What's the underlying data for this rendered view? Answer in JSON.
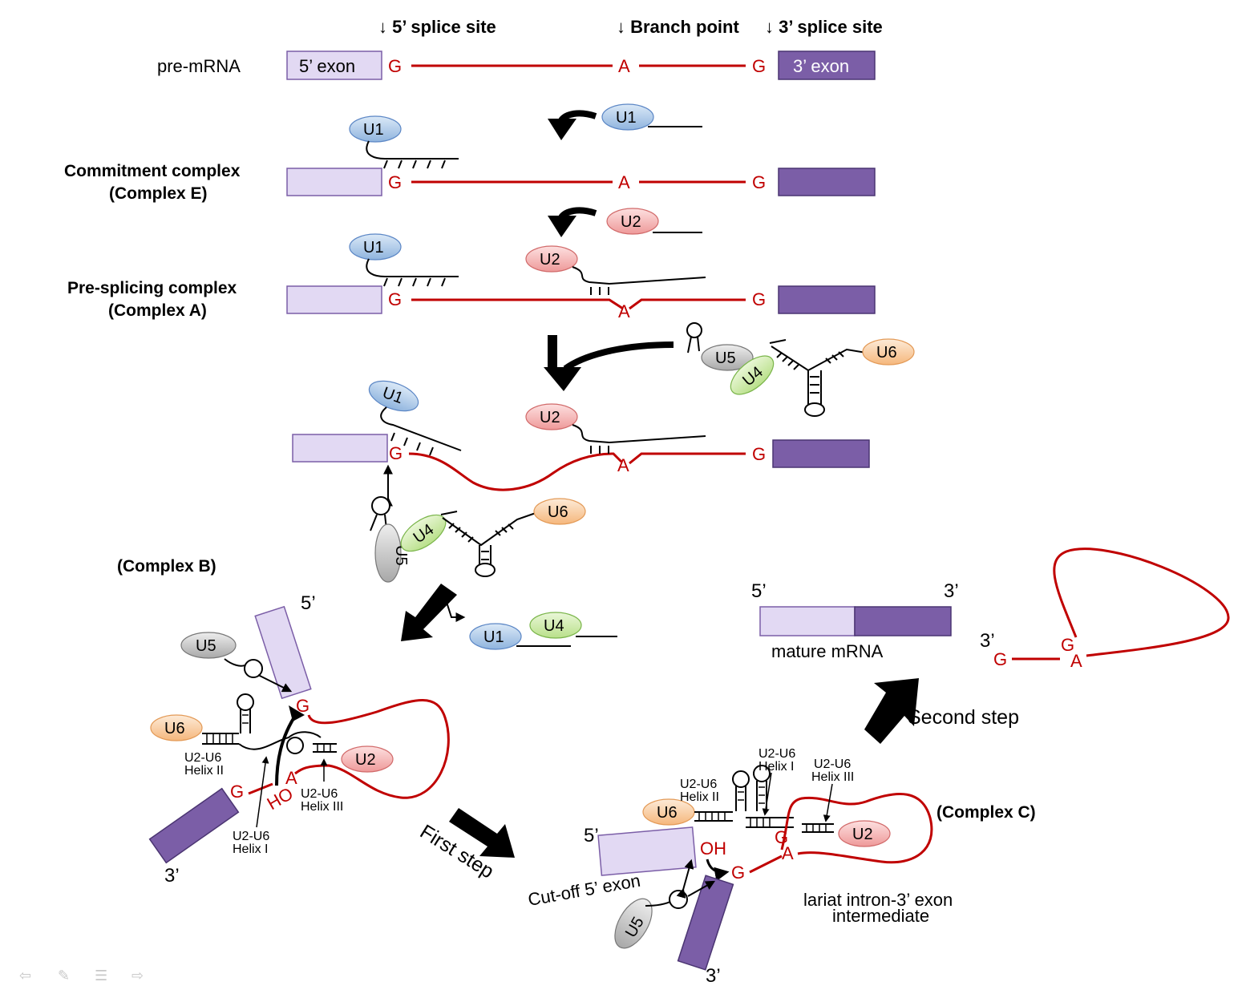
{
  "headers": {
    "five_splice": "↓ 5’ splice site",
    "branch": "↓ Branch point",
    "three_splice": "↓ 3’ splice site"
  },
  "labels": {
    "pre_mrna": "pre-mRNA",
    "exon5": "5’ exon",
    "exon3": "3’ exon",
    "commit1": "Commitment complex",
    "commit2": "(Complex E)",
    "presplice1": "Pre-splicing complex",
    "presplice2": "(Complex A)",
    "complexB": "(Complex B)",
    "complexC": "(Complex C)",
    "mature": "mature mRNA",
    "cutoff": "Cut-off 5’ exon",
    "lariat1": "lariat intron-3’ exon",
    "lariat2": "intermediate",
    "first_step": "First step",
    "second_step": "Second step"
  },
  "nucleotides": {
    "g": "G",
    "a": "A",
    "oh": "OH",
    "ho": "HO"
  },
  "ends": {
    "five": "5’",
    "three": "3’"
  },
  "snrnps": {
    "u1": "U1",
    "u2": "U2",
    "u4": "U4",
    "u5": "U5",
    "u6": "U6"
  },
  "helices": {
    "u2u6": "U2-U6",
    "h1": "Helix I",
    "h2": "Helix II",
    "h3": "Helix III"
  },
  "colors": {
    "intron": "#c00000",
    "exon5": "#e2d9f3",
    "exon3": "#7b5ea7",
    "u1": "#bdd7ee",
    "u2": "#f8cbcb",
    "u4": "#d9f0b8",
    "u5": "#d0d0d0",
    "u6": "#fbd5b0"
  },
  "nav_icons": [
    "back-arrow-icon",
    "pen-icon",
    "menu-icon",
    "forward-arrow-icon"
  ]
}
